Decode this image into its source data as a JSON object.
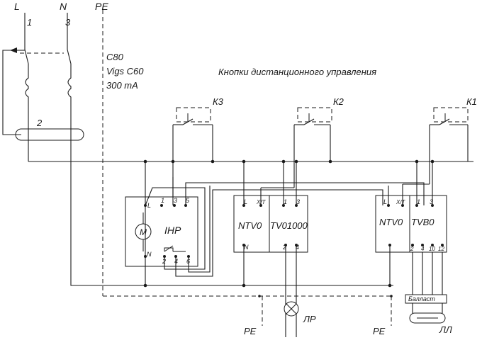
{
  "lines": {
    "l": "L",
    "n": "N",
    "pe": "PE"
  },
  "breaker": {
    "l_terminal": "1",
    "n_terminal": "3",
    "toroid_label": "2",
    "rating": "C80",
    "model": "Vigs C60",
    "sensitivity": "300 mA"
  },
  "buttons": {
    "title": "Кнопки дистанционного управления",
    "k3": "К3",
    "k2": "К2",
    "k1": "К1"
  },
  "ihp": {
    "name": "IHP",
    "motor": "M",
    "l": "L",
    "n": "N",
    "top_terms": [
      "1",
      "3",
      "5"
    ],
    "bottom_terms": [
      "2",
      "4",
      "6"
    ]
  },
  "ntv_a": {
    "name": "NTV0",
    "l": "L",
    "xt": "X/T",
    "n": "N"
  },
  "tv1000": {
    "name": "TV01000",
    "top_terms": [
      "1",
      "3"
    ],
    "bottom_terms": [
      "2",
      "4"
    ]
  },
  "ntv_b": {
    "name": "NTV0",
    "l": "L",
    "xt": "X/T"
  },
  "tvb": {
    "name": "TVB0",
    "top_terms": [
      "1",
      "3"
    ],
    "bottom_terms": [
      "2",
      "4",
      "10",
      "12"
    ]
  },
  "loads": {
    "lamp": "ЛР",
    "ballast": "Балласт",
    "tube": "ЛЛ",
    "pe_left": "PE",
    "pe_right": "PE"
  }
}
